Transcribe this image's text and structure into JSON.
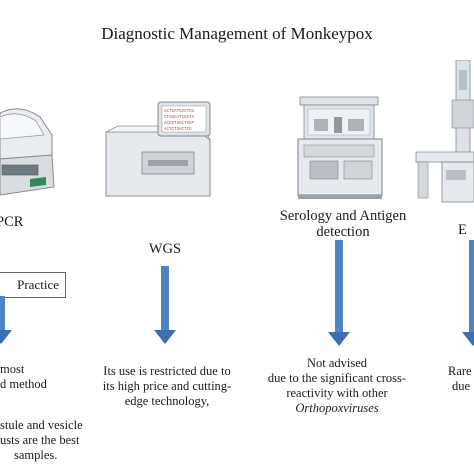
{
  "title": "Diagnostic Management of Monkeypox",
  "columns": [
    {
      "label": "PCR",
      "icon": "pcr-machine-icon"
    },
    {
      "label": "WGS",
      "icon": "sequencer-icon"
    },
    {
      "label_line1": "Serology and Antigen",
      "label_line2": "detection",
      "icon": "analyzer-icon"
    },
    {
      "label": "E",
      "icon": "microscope-icon"
    }
  ],
  "practice_label": "Practice",
  "descriptions": {
    "pcr_line1": "most",
    "pcr_line2": "d method",
    "pcr_line3": "stule and vesicle",
    "pcr_line4": "usts are the best",
    "pcr_line5": "samples.",
    "wgs_line1": "Its use is restricted due to",
    "wgs_line2": "its high price and cutting-",
    "wgs_line3": "edge technology,",
    "sero_line1": "Not advised",
    "sero_line2": "due to the significant cross-",
    "sero_line3": "reactivity with other",
    "sero_line4": "Orthopoxviruses",
    "em_line1": "Rare",
    "em_line2": "due"
  },
  "screen_text": [
    "ACTGATGACTGC",
    "CTAGCATCGATA",
    "ACCGTAGCTAGT",
    "ACTCTGACTCG"
  ],
  "colors": {
    "arrow": "#4d84c4",
    "arrow_head": "#3b6fb0",
    "screen_text": "#c0392b"
  }
}
